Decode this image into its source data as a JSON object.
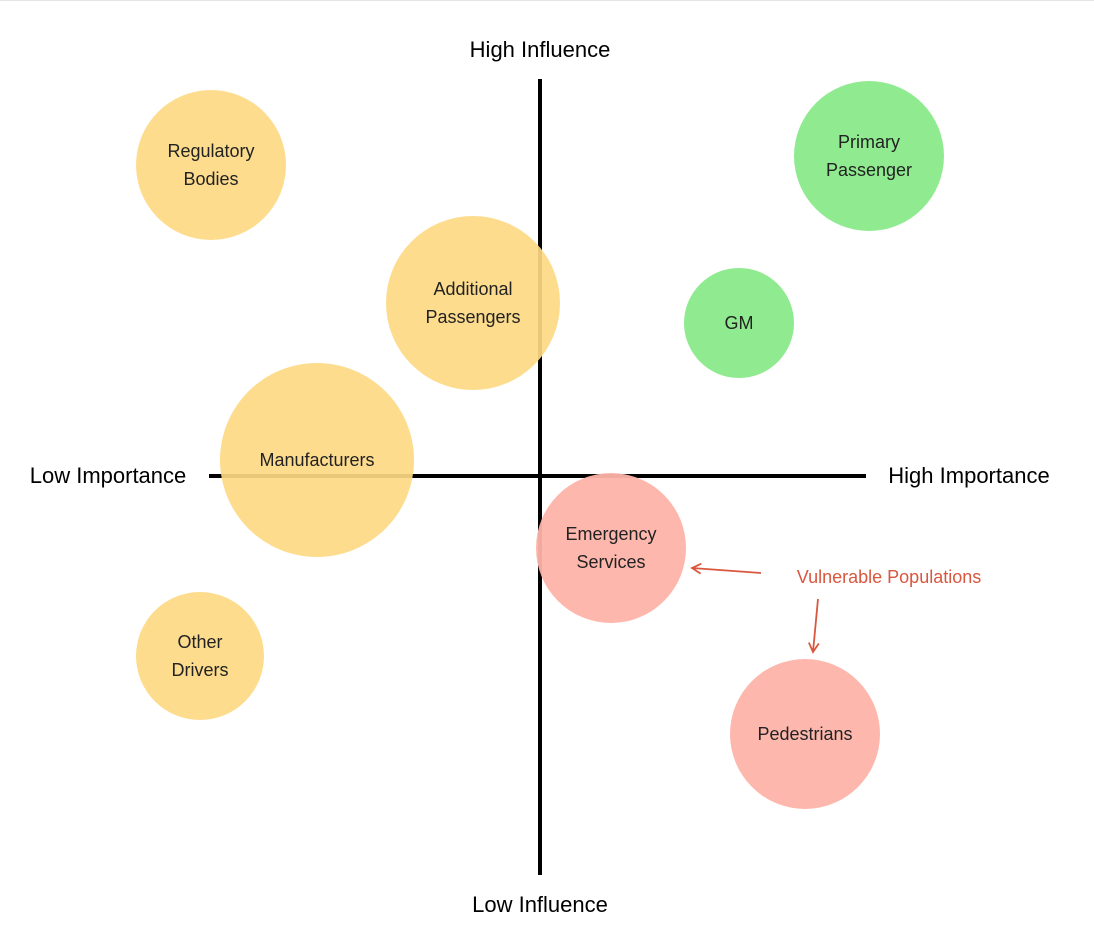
{
  "axes": {
    "top_label": "High Influence",
    "bottom_label": "Low Influence",
    "left_label": "Low Importance",
    "right_label": "High Importance"
  },
  "colors": {
    "yellow": "#fdd984",
    "green": "#90eb90",
    "red": "#feb3a8",
    "annotation": "#d9573f",
    "axis": "#000000"
  },
  "stakeholders": [
    {
      "id": "regulatory-bodies",
      "lines": [
        "Regulatory",
        "Bodies"
      ],
      "group": "yellow"
    },
    {
      "id": "additional-passengers",
      "lines": [
        "Additional",
        "Passengers"
      ],
      "group": "yellow"
    },
    {
      "id": "manufacturers",
      "lines": [
        "Manufacturers"
      ],
      "group": "yellow"
    },
    {
      "id": "other-drivers",
      "lines": [
        "Other",
        "Drivers"
      ],
      "group": "yellow"
    },
    {
      "id": "primary-passenger",
      "lines": [
        "Primary",
        "Passenger"
      ],
      "group": "green"
    },
    {
      "id": "gm",
      "lines": [
        "GM"
      ],
      "group": "green"
    },
    {
      "id": "emergency-services",
      "lines": [
        "Emergency",
        "Services"
      ],
      "group": "red"
    },
    {
      "id": "pedestrians",
      "lines": [
        "Pedestrians"
      ],
      "group": "red"
    }
  ],
  "annotation": {
    "text": "Vulnerable Populations",
    "targets": [
      "emergency-services",
      "pedestrians"
    ]
  }
}
